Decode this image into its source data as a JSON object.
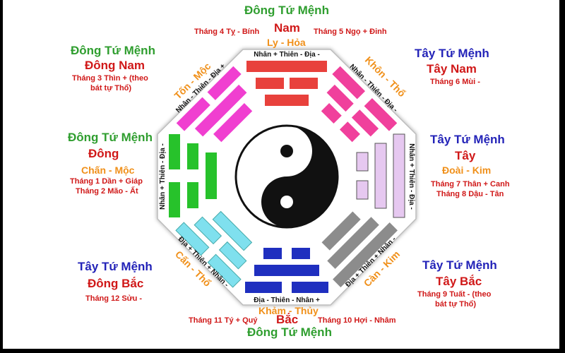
{
  "colors": {
    "green_title": "#2f9e2f",
    "blue_title": "#2323b8",
    "direction_red": "#d01818",
    "element_orange": "#f0901a",
    "li": "#e8413c",
    "kun": "#f0409c",
    "dui": "#e6c8f0",
    "qian": "#8c8c8c",
    "kan": "#1f2fbf",
    "gen": "#7fe0ee",
    "zhen": "#27c22b",
    "xun": "#f03fd0"
  },
  "south": {
    "menh": "Đông Tứ Mệnh",
    "dir": "Nam",
    "element": "Ly - Hỏa",
    "month_left": "Tháng 4 Tỵ - Bính",
    "month_right": "Tháng 5 Ngọ + Đinh",
    "trigram_label": "Nhân + Thiên - Địa -"
  },
  "southwest": {
    "menh": "Tây Tứ Mệnh",
    "dir": "Tây Nam",
    "month": "Tháng 6 Mùi -",
    "element": "Khôn - Thổ",
    "trigram_label": "Nhân - Thiên - Địa -"
  },
  "west": {
    "menh": "Tây Tứ Mệnh",
    "dir": "Tây",
    "element": "Đoài - Kim",
    "month1": "Tháng 7 Thân + Canh",
    "month2": "Tháng 8 Dậu - Tân",
    "trigram_label": "Nhân + Thiên - Địa -"
  },
  "northwest": {
    "menh": "Tây Tứ Mệnh",
    "dir": "Tây Bắc",
    "month1": "Tháng 9 Tuất - (theo",
    "month2": "bát tự Thổ)",
    "element": "Càn - Kim",
    "trigram_label": "Địa + Thiên + Nhân -"
  },
  "north": {
    "menh": "Đông Tứ Mệnh",
    "dir": "Bắc",
    "element": "Khảm - Thủy",
    "month_left": "Tháng 11 Tý + Quý",
    "month_right": "Tháng 10 Hợi - Nhâm",
    "trigram_label": "Địa - Thiên - Nhân +"
  },
  "northeast": {
    "menh": "Tây Tứ Mệnh",
    "dir": "Đông Bắc",
    "month": "Tháng 12 Sửu -",
    "element": "Cấn - Thổ",
    "trigram_label": "Địa + Thiên + Nhân -"
  },
  "east": {
    "menh": "Đông Tứ Mệnh",
    "dir": "Đông",
    "element": "Chấn - Mộc",
    "month1": "Tháng 1 Dần + Giáp",
    "month2": "Tháng 2 Mão - Ất",
    "trigram_label": "Nhân + Thiên - Địa -"
  },
  "southeast": {
    "menh": "Đông Tứ Mệnh",
    "dir": "Đông Nam",
    "month1": "Tháng 3 Thìn + (theo",
    "month2": "bát tự Thổ)",
    "element": "Tốn - Mộc",
    "trigram_label": "Nhân - Thiên - Địa +"
  }
}
